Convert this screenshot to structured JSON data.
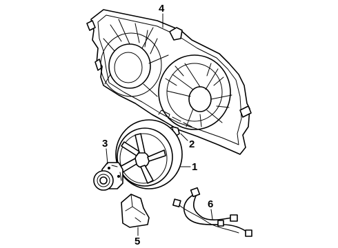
{
  "diagram": {
    "type": "parts-exploded-view",
    "callouts": [
      {
        "id": "1",
        "label": "1"
      },
      {
        "id": "2",
        "label": "2"
      },
      {
        "id": "3",
        "label": "3"
      },
      {
        "id": "4",
        "label": "4"
      },
      {
        "id": "5",
        "label": "5"
      },
      {
        "id": "6",
        "label": "6"
      }
    ]
  }
}
